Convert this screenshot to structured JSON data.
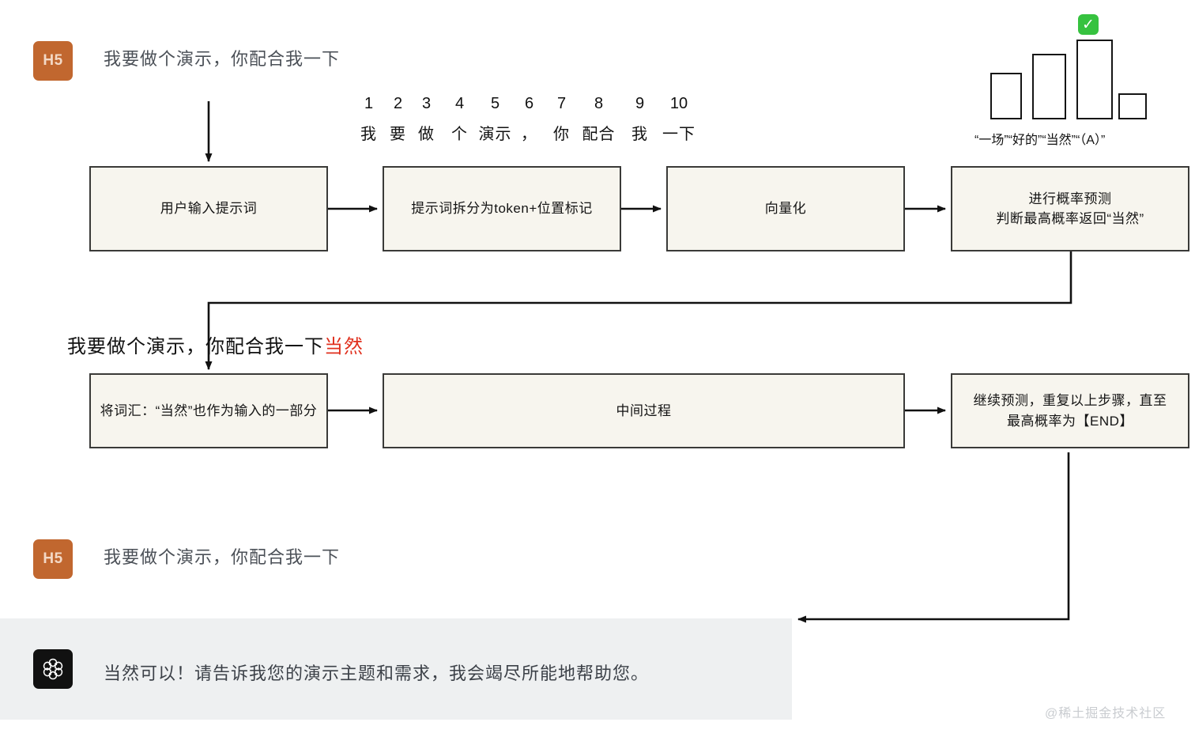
{
  "conversation": {
    "user_top": {
      "avatar": "H5",
      "avatar_color": "#c1672f",
      "text": "我要做个演示，你配合我一下"
    },
    "user_bottom": {
      "avatar": "H5",
      "avatar_color": "#c1672f",
      "text": "我要做个演示，你配合我一下"
    },
    "assistant": {
      "avatar_icon": "openai-logo-icon",
      "text": "当然可以！请告诉我您的演示主题和需求，我会竭尽所能地帮助您。"
    }
  },
  "tokens": {
    "numbers": [
      "1",
      "2",
      "3",
      "4",
      "5",
      "6",
      "7",
      "8",
      "9",
      "10"
    ],
    "words": [
      "我",
      "要",
      "做",
      "个",
      "演示",
      "，",
      "你",
      "配合",
      "我",
      "一下"
    ]
  },
  "chart_data": {
    "type": "bar",
    "title": "",
    "categories": [
      "“一场”",
      "“好的”",
      "“当然”",
      "“（A）”"
    ],
    "labels_line": "“一场”“好的”“当然”“（A）”",
    "values": [
      59,
      83,
      101,
      33
    ],
    "ylim": [
      0,
      110
    ],
    "grid": false,
    "highlight_index": 2,
    "highlight_icon": "green-check-icon",
    "xlabel": "",
    "ylabel": ""
  },
  "flow": {
    "row1": [
      {
        "id": "box-input",
        "label": "用户输入提示词"
      },
      {
        "id": "box-tokenize",
        "label": "提示词拆分为token+位置标记"
      },
      {
        "id": "box-vectorize",
        "label": "向量化"
      },
      {
        "id": "box-predict",
        "line1": "进行概率预测",
        "line2": "判断最高概率返回“当然”"
      }
    ],
    "row2": [
      {
        "id": "box-append-token",
        "label": "将词汇：“当然”也作为输入的一部分"
      },
      {
        "id": "box-middle",
        "label": "中间过程"
      },
      {
        "id": "box-loop",
        "line1": "继续预测，重复以上步骤，直至",
        "line2": "最高概率为【END】"
      }
    ]
  },
  "prediction_line": {
    "prefix": "我要做个演示，你配合我一下",
    "appended": "当然",
    "appended_color": "#e0301e"
  },
  "watermark": "@稀土掘金技术社区"
}
